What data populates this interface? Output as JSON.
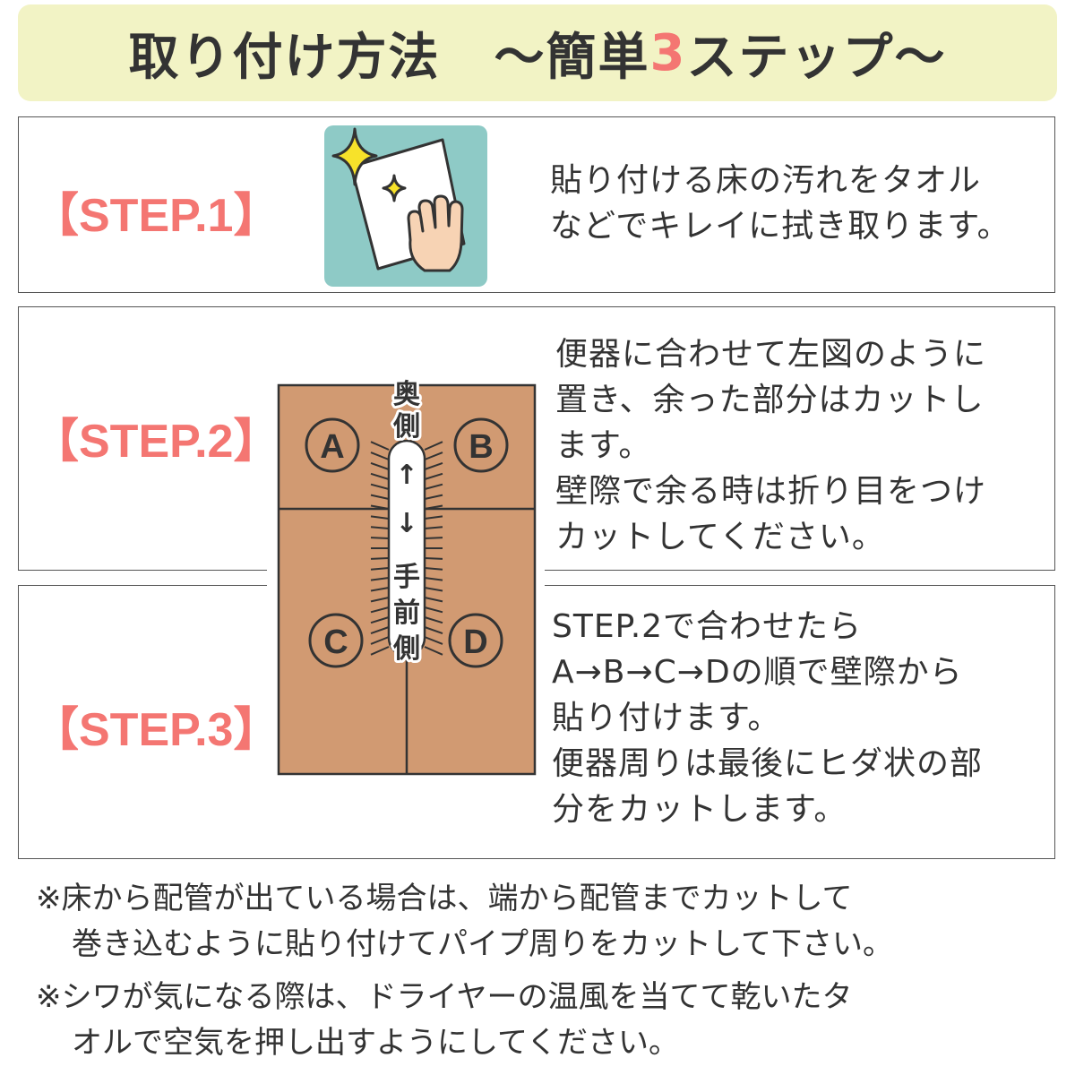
{
  "header": {
    "title_part1": "取り付け方法",
    "title_part2": "〜簡単",
    "title_accent": "3",
    "title_part3": "ステップ〜"
  },
  "steps": [
    {
      "label": "【STEP.1】",
      "lines": [
        "貼り付ける床の汚れをタオル",
        "などでキレイに拭き取ります。"
      ]
    },
    {
      "label": "【STEP.2】",
      "lines": [
        "便器に合わせて左図のように",
        "置き、余った部分はカットし",
        "ます。",
        "壁際で余る時は折り目をつけ",
        "カットしてください。"
      ]
    },
    {
      "label": "【STEP.3】",
      "lines": [
        "STEP.2で合わせたら",
        "A→B→C→Dの順で壁際から",
        "貼り付けます。",
        "便器周りは最後にヒダ状の部",
        "分をカットします。"
      ]
    }
  ],
  "diagram": {
    "back_label": "奥側",
    "front_label": "手前側",
    "arrow_up": "↑",
    "arrow_down": "↓",
    "panels": [
      "A",
      "B",
      "C",
      "D"
    ]
  },
  "notes": [
    {
      "mark": "※",
      "lines": [
        "床から配管が出ている場合は、端から配管までカットして",
        "巻き込むように貼り付けてパイプ周りをカットして下さい。"
      ]
    },
    {
      "mark": "※",
      "lines": [
        "シワが気になる際は、ドライヤーの温風を当てて乾いたタ",
        "オルで空気を押し出すようにしてください。"
      ]
    }
  ],
  "colors": {
    "banner_bg": "#f2f3c5",
    "accent": "#f47672",
    "mat": "#d19a72",
    "icon_bg": "#8ecac6",
    "star": "#f7e22a",
    "hand": "#f7d3b4"
  }
}
